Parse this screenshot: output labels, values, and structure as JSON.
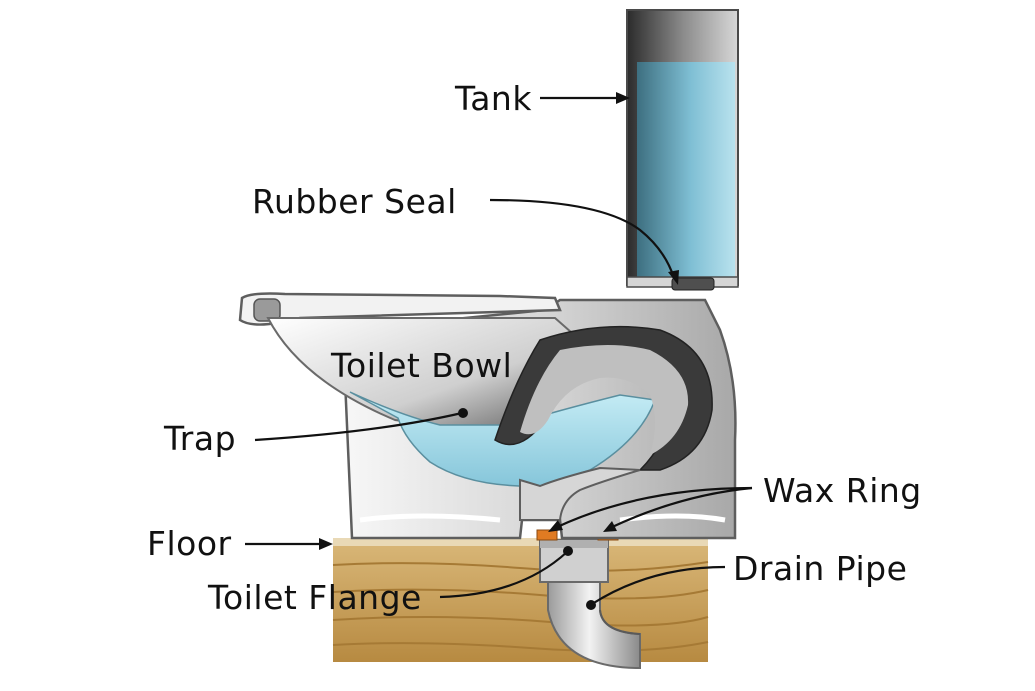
{
  "labels": {
    "tank": "Tank",
    "rubber_seal": "Rubber Seal",
    "toilet_bowl": "Toilet Bowl",
    "trap": "Trap",
    "wax_ring": "Wax Ring",
    "floor": "Floor",
    "toilet_flange": "Toilet Flange",
    "drain_pipe": "Drain Pipe"
  },
  "colors": {
    "water": "#9fd6e6",
    "porcelain": "#eeeeee",
    "porcelain_shadow": "#6f6f6f",
    "wood": "#c69a52",
    "wax": "#e07b22",
    "label_text": "#111111"
  }
}
